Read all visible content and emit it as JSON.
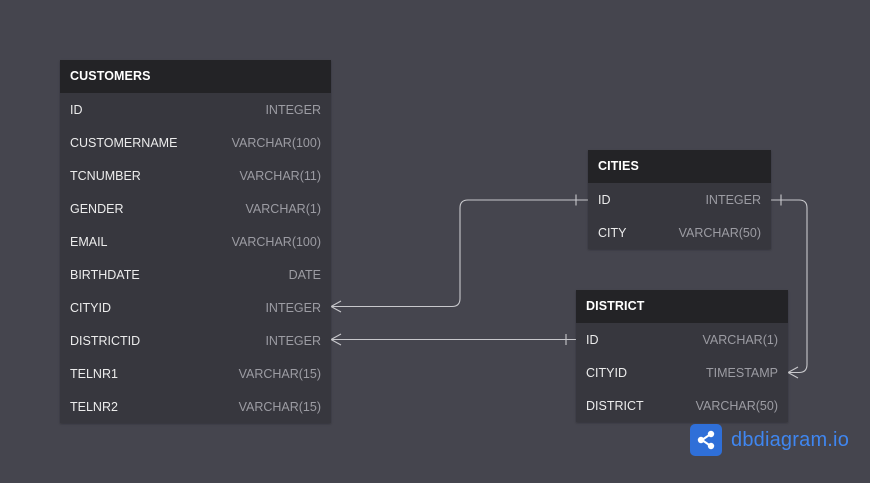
{
  "tables": {
    "customers": {
      "name": "CUSTOMERS",
      "fields": [
        {
          "name": "ID",
          "type": "INTEGER"
        },
        {
          "name": "CUSTOMERNAME",
          "type": "VARCHAR(100)"
        },
        {
          "name": "TCNUMBER",
          "type": "VARCHAR(11)"
        },
        {
          "name": "GENDER",
          "type": "VARCHAR(1)"
        },
        {
          "name": "EMAIL",
          "type": "VARCHAR(100)"
        },
        {
          "name": "BIRTHDATE",
          "type": "DATE"
        },
        {
          "name": "CITYID",
          "type": "INTEGER"
        },
        {
          "name": "DISTRICTID",
          "type": "INTEGER"
        },
        {
          "name": "TELNR1",
          "type": "VARCHAR(15)"
        },
        {
          "name": "TELNR2",
          "type": "VARCHAR(15)"
        }
      ]
    },
    "cities": {
      "name": "CITIES",
      "fields": [
        {
          "name": "ID",
          "type": "INTEGER"
        },
        {
          "name": "CITY",
          "type": "VARCHAR(50)"
        }
      ]
    },
    "district": {
      "name": "DISTRICT",
      "fields": [
        {
          "name": "ID",
          "type": "VARCHAR(1)"
        },
        {
          "name": "CITYID",
          "type": "TIMESTAMP"
        },
        {
          "name": "DISTRICT",
          "type": "VARCHAR(50)"
        }
      ]
    }
  },
  "relationships": [
    {
      "from": "CUSTOMERS.CITYID",
      "to": "CITIES.ID",
      "type": "many-to-one"
    },
    {
      "from": "CUSTOMERS.DISTRICTID",
      "to": "DISTRICT.ID",
      "type": "many-to-one"
    },
    {
      "from": "DISTRICT.CITYID",
      "to": "CITIES.ID",
      "type": "many-to-one"
    }
  ],
  "brand": {
    "text": "dbdiagram.io",
    "icon": "share-nodes-icon",
    "color": "#3f86f0"
  },
  "colors": {
    "canvas": "#45454e",
    "header": "#232326",
    "body": "#37373e",
    "connector": "#c8c8cc"
  }
}
